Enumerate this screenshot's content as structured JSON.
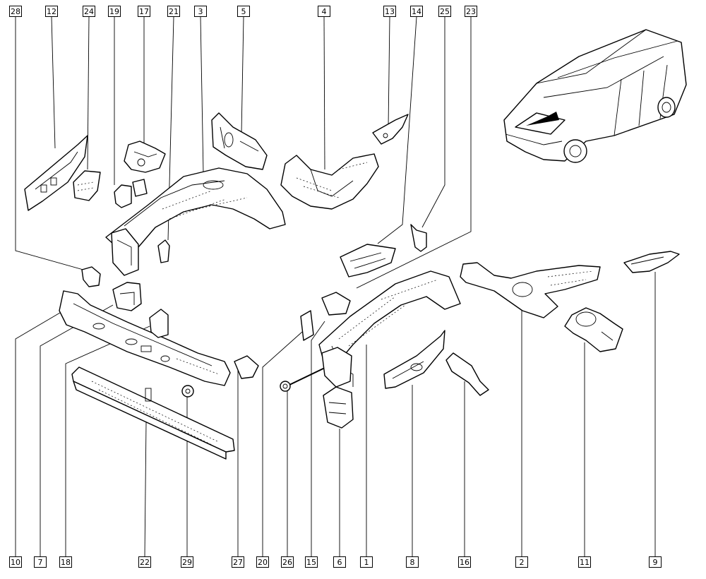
{
  "top_labels": [
    "28",
    "12",
    "24",
    "19",
    "17",
    "21",
    "3",
    "5",
    "4",
    "13",
    "14",
    "25",
    "23"
  ],
  "bottom_labels": [
    "10",
    "7",
    "18",
    "22",
    "29",
    "27",
    "20",
    "26",
    "15",
    "6",
    "1",
    "8",
    "16",
    "2",
    "11",
    "9"
  ]
}
